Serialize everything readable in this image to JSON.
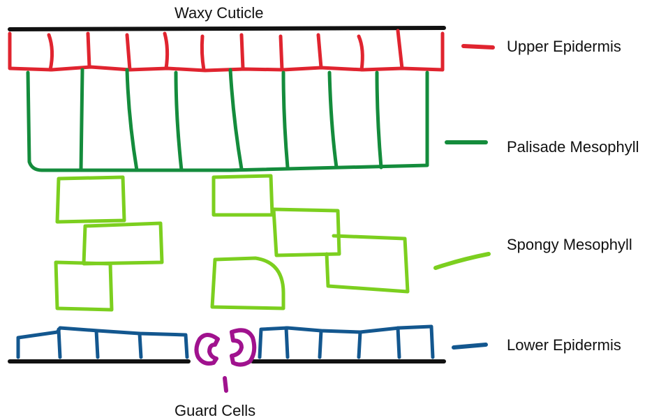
{
  "labels": {
    "waxy_cuticle": "Waxy Cuticle",
    "upper_epidermis": "Upper Epidermis",
    "palisade_mesophyll": "Palisade Mesophyll",
    "spongy_mesophyll": "Spongy Mesophyll",
    "lower_epidermis": "Lower Epidermis",
    "guard_cells": "Guard Cells"
  },
  "colors": {
    "cuticle": "#111111",
    "upper_epidermis": "#e0242f",
    "palisade_mesophyll": "#148c3c",
    "spongy_mesophyll": "#7ccf1f",
    "lower_epidermis": "#13578f",
    "guard_cells": "#a0128e",
    "text": "#111111"
  }
}
